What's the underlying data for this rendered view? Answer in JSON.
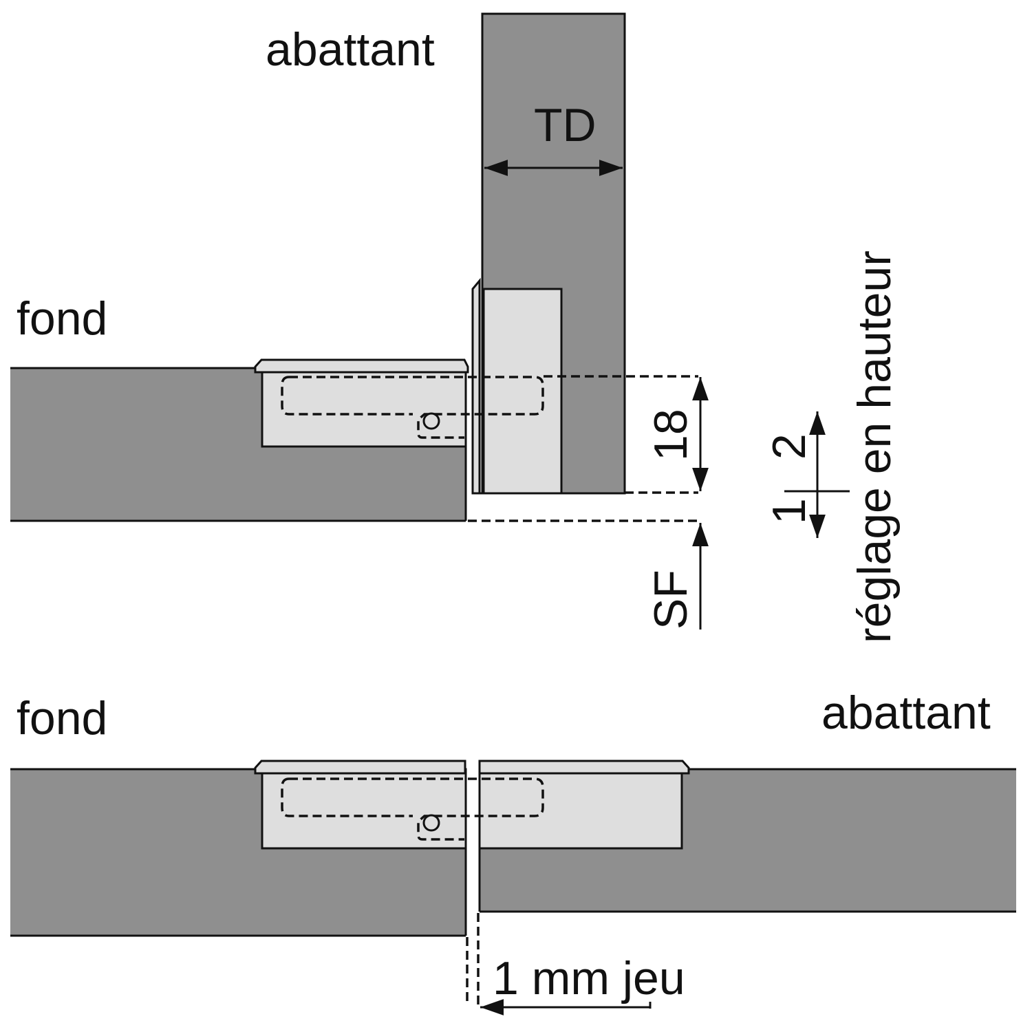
{
  "labels": {
    "top_abattant": "abattant",
    "top_fond": "fond",
    "td": "TD",
    "dim_18": "18",
    "sf": "SF",
    "adj_2": "2",
    "adj_1": "1",
    "reglage": "réglage en hauteur",
    "bottom_fond": "fond",
    "bottom_abattant": "abattant",
    "jeu": "1 mm jeu"
  },
  "colors": {
    "panel": "#8f8f8f",
    "plate": "#dedede",
    "line": "#111111",
    "background": "#ffffff"
  }
}
